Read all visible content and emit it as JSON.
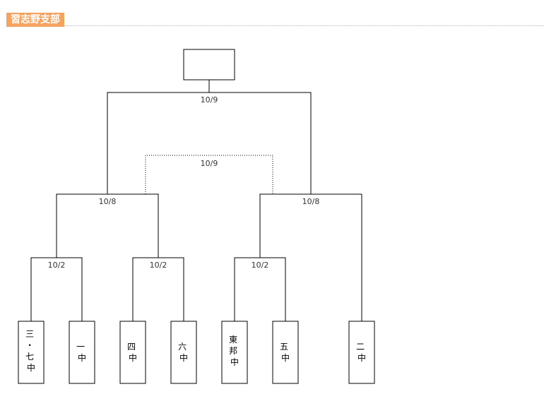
{
  "header": {
    "title": "習志野支部"
  },
  "bracket": {
    "dates": {
      "final": "10/9",
      "third_place": "10/9",
      "semi_left": "10/8",
      "semi_right": "10/8",
      "r1_a": "10/2",
      "r1_b": "10/2",
      "r1_c": "10/2"
    },
    "teams": [
      [
        "三",
        "・",
        "七",
        "中"
      ],
      [
        "一",
        "中"
      ],
      [
        "四",
        "中"
      ],
      [
        "六",
        "中"
      ],
      [
        "東",
        "邦",
        "中"
      ],
      [
        "五",
        "中"
      ],
      [
        "二",
        "中"
      ]
    ],
    "winner": ""
  }
}
